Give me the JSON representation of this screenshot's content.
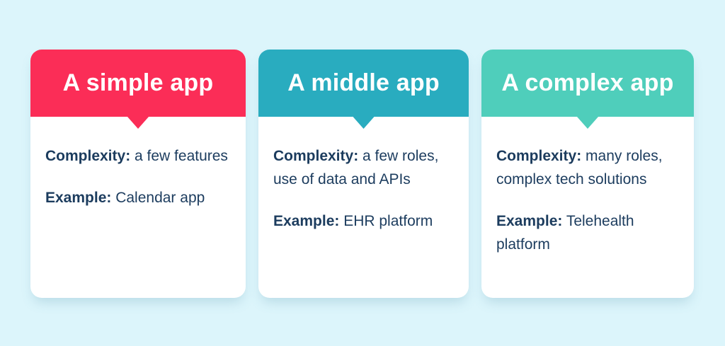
{
  "palette": {
    "page_background": "#DCF5FB",
    "card_background": "#FFFFFF",
    "body_text_color": "#1C3C5E",
    "title_text_color": "#FFFFFF"
  },
  "cards": [
    {
      "title": "A simple app",
      "header_color": "#FB2D57",
      "complexity_label": "Complexity:",
      "complexity_text": " a few features",
      "example_label": "Example:",
      "example_text": " Calendar app"
    },
    {
      "title": "A middle app",
      "header_color": "#29ACBF",
      "complexity_label": "Complexity:",
      "complexity_text": " a few roles, use of data and APIs",
      "example_label": "Example:",
      "example_text": " EHR platform"
    },
    {
      "title": "A complex app",
      "header_color": "#4FCEBB",
      "complexity_label": "Complexity:",
      "complexity_text": " many roles, complex tech solutions",
      "example_label": "Example:",
      "example_text": " Telehealth platform"
    }
  ]
}
